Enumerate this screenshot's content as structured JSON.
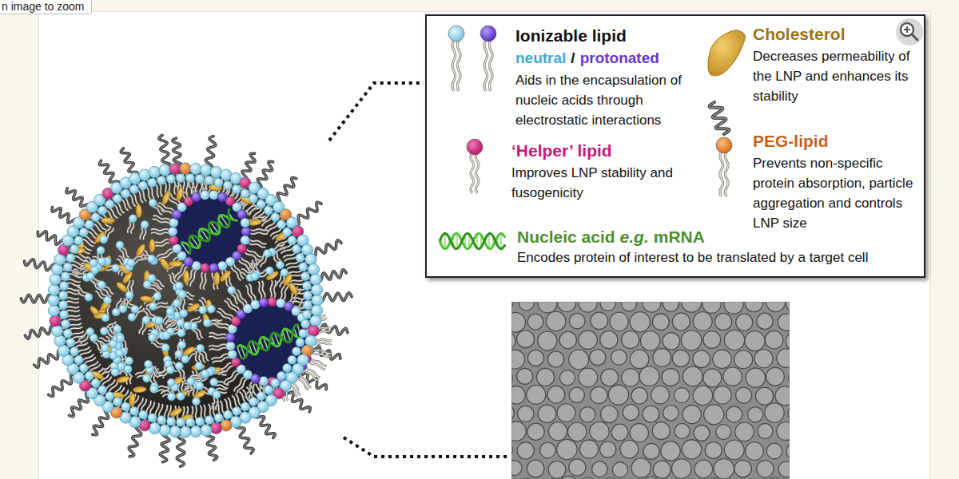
{
  "diagram": {
    "nodes": [
      {
        "text": [
          "Ionizable lipid",
          "neutral",
          "/",
          "protonated",
          "Aids in the encapsulation of nucleic acids through electrostatic interactions",
          "Cholesterol",
          "Decreases permeability of the LNP and enhances its stability",
          "‘Helper’ lipid",
          "Improves LNP stability and fusogenicity",
          "PEG-lipid",
          "Prevents non-specific protein absorption, particle aggregation and controls LNP size",
          "Nucleic acid",
          "e.g.",
          "mRNA",
          "Encodes protein of interest to be translated by a target cell"
        ]
      }
    ],
    "labels": [
      "n image to zoom"
    ]
  }
}
